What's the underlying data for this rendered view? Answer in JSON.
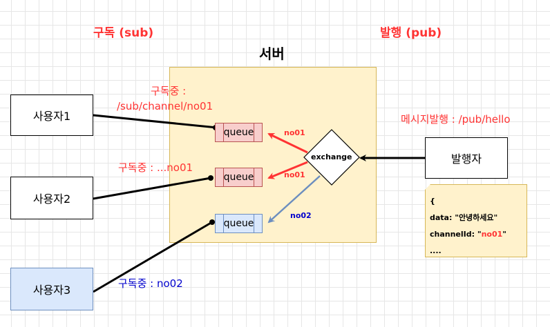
{
  "header": {
    "subscribe_title": "구독 (sub)",
    "publish_title": "발행 (pub)",
    "server_title": "서버"
  },
  "users": [
    {
      "label": "사용자1"
    },
    {
      "label": "사용자2"
    },
    {
      "label": "사용자3"
    }
  ],
  "publisher": {
    "label": "발행자"
  },
  "queues": [
    {
      "label": "queue"
    },
    {
      "label": "queue"
    },
    {
      "label": "queue"
    }
  ],
  "exchange": {
    "label": "exchange"
  },
  "subscriptions": {
    "sub1_line1": "구독중 :",
    "sub1_line2": "/sub/channel/no01",
    "sub2": "구독중 : ...no01",
    "sub3": "구독중 : no02"
  },
  "publish_label": "메시지발행 : /pub/hello",
  "routing": {
    "edge1": "no01",
    "edge2": "no01",
    "edge3": "no02"
  },
  "message_note": {
    "open": "{",
    "data_line": "data: \"안녕하세요\"",
    "channel_key": "channelId: \"",
    "channel_value": "no01",
    "channel_end": "\"",
    "more": "...."
  },
  "colors": {
    "accent_red": "#ff3333",
    "accent_blue": "#0000cc",
    "server_fill": "#fff2cc",
    "queue_red": "#f8cecc",
    "queue_blue": "#dae8fc",
    "user3_fill": "#dae8fc"
  }
}
